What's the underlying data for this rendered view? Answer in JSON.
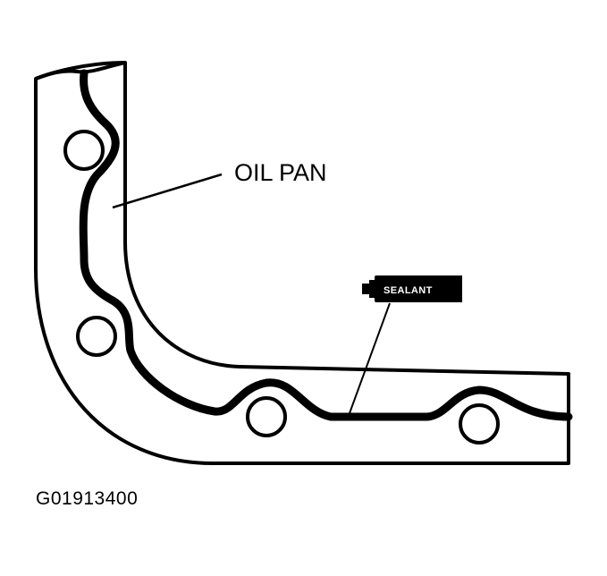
{
  "labels": {
    "oil_pan": "OIL PAN",
    "sealant": "SEALANT"
  },
  "figure_id": "G01913400",
  "colors": {
    "ink": "#000000",
    "paper": "#ffffff"
  }
}
